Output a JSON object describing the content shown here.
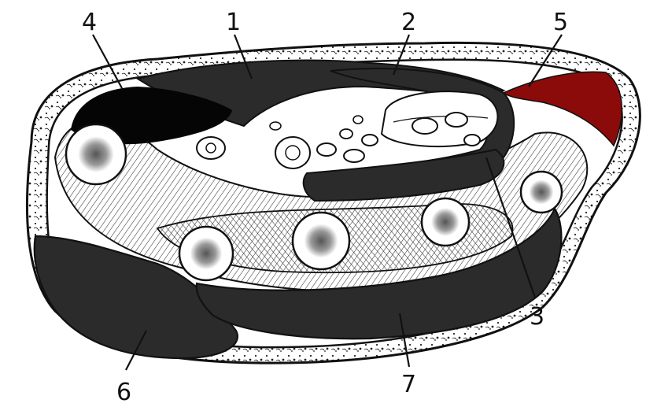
{
  "diagram": {
    "labels": [
      {
        "id": "1",
        "text": "1"
      },
      {
        "id": "2",
        "text": "2"
      },
      {
        "id": "3",
        "text": "3"
      },
      {
        "id": "4",
        "text": "4"
      },
      {
        "id": "5",
        "text": "5"
      },
      {
        "id": "6",
        "text": "6"
      },
      {
        "id": "7",
        "text": "7"
      }
    ],
    "colors": {
      "compartment_dark": "#2b2b2b",
      "compartment_black": "#050505",
      "highlight": "#8b0a0a",
      "outline": "#111111",
      "background": "#ffffff"
    }
  }
}
